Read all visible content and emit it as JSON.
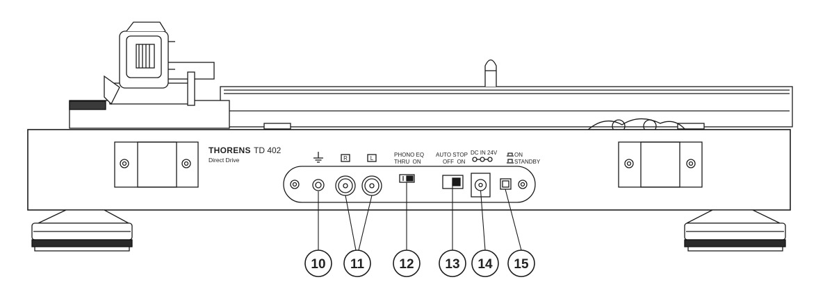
{
  "brand": {
    "name": "THORENS",
    "model": "TD 402",
    "subtitle": "Direct Drive"
  },
  "panel_labels": {
    "right": "R",
    "left": "L",
    "phono_eq": "PHONO EQ",
    "thru_on": "THRU  ON",
    "auto_stop": "AUTO STOP",
    "off_on": "OFF  ON",
    "dc_in": "DC IN 24V",
    "on": "ON",
    "standby": "STANDBY"
  },
  "callouts": [
    {
      "number": "10",
      "target": "ground-terminal"
    },
    {
      "number": "11",
      "target": "rca-outputs"
    },
    {
      "number": "12",
      "target": "phono-eq-switch"
    },
    {
      "number": "13",
      "target": "auto-stop-switch"
    },
    {
      "number": "14",
      "target": "dc-in-jack"
    },
    {
      "number": "15",
      "target": "power-button"
    }
  ],
  "colors": {
    "line": "#1a1a1a",
    "background": "#ffffff",
    "panel": "#ffffff",
    "foot": "#2a2a2a"
  }
}
